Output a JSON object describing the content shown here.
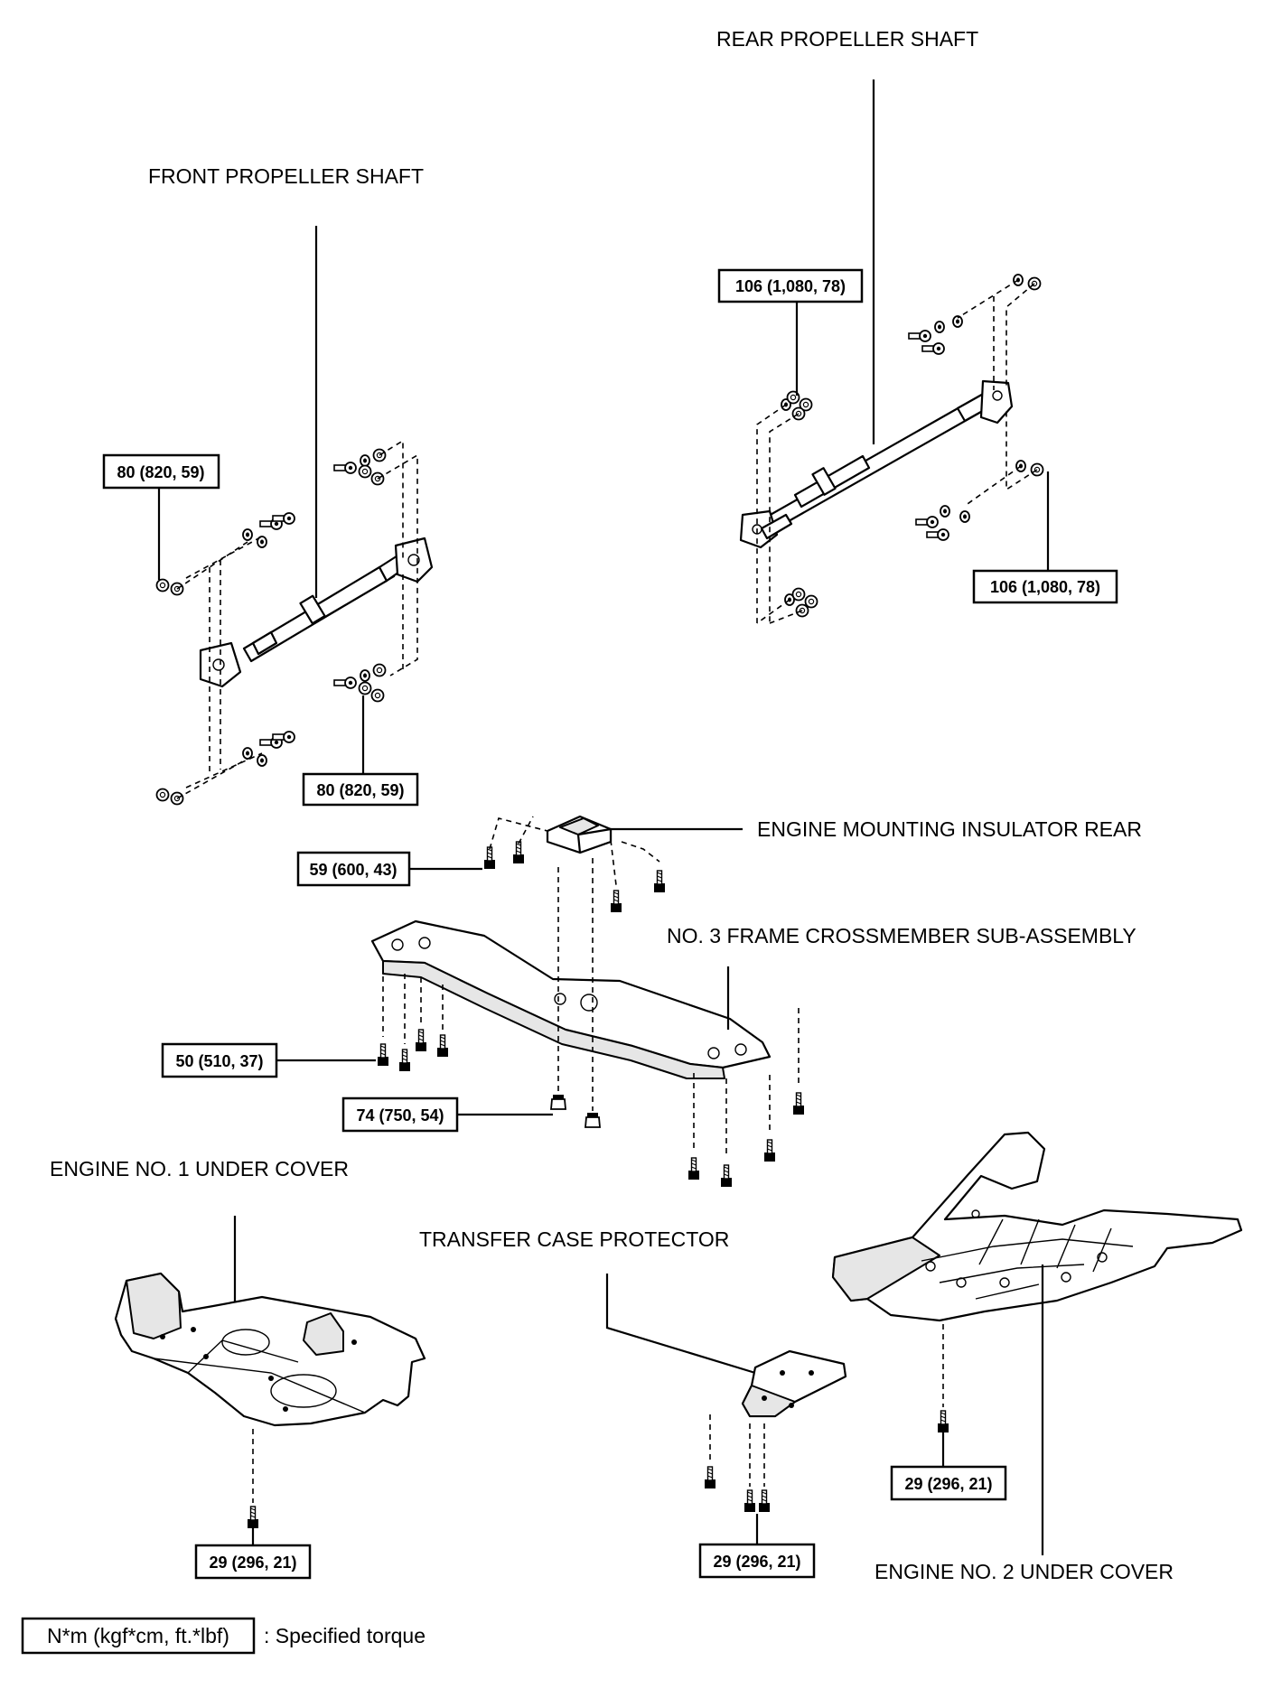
{
  "parts": {
    "rear_propeller_shaft": "REAR PROPELLER SHAFT",
    "front_propeller_shaft": "FRONT PROPELLER SHAFT",
    "engine_mounting_insulator_rear": "ENGINE MOUNTING INSULATOR REAR",
    "no3_frame_crossmember": "NO. 3 FRAME CROSSMEMBER SUB-ASSEMBLY",
    "engine_no1_under_cover": "ENGINE NO. 1 UNDER COVER",
    "transfer_case_protector": "TRANSFER CASE PROTECTOR",
    "engine_no2_under_cover": "ENGINE NO. 2 UNDER COVER"
  },
  "torques": {
    "rear_shaft_front_flange": "106 (1,080, 78)",
    "rear_shaft_rear_flange": "106 (1,080, 78)",
    "front_shaft_front_flange": "80 (820, 59)",
    "front_shaft_rear_flange": "80 (820, 59)",
    "insulator_bolt": "59 (600, 43)",
    "crossmember_bolt": "50 (510, 37)",
    "insulator_nut": "74 (750, 54)",
    "under_cover_1_bolt": "29 (296, 21)",
    "transfer_protector_bolt": "29 (296, 21)",
    "under_cover_2_bolt": "29 (296, 21)"
  },
  "legend": {
    "unit": "N*m (kgf*cm, ft.*lbf)",
    "description": ": Specified torque"
  }
}
